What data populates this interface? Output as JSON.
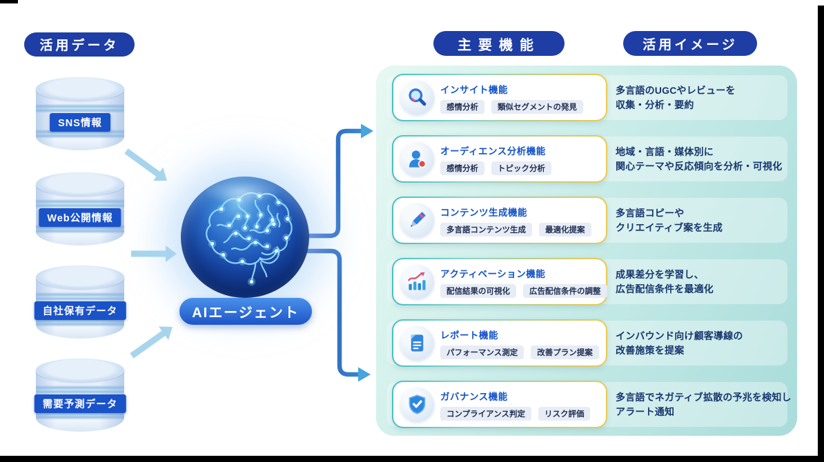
{
  "left_section": {
    "badge": "活用データ",
    "database_icon": "database-cylinder-icon",
    "databases": [
      "SNS情報",
      "Web公開情報",
      "自社保有データ",
      "需要予測データ"
    ]
  },
  "center": {
    "badge": "AIエージェント",
    "icon": "brain-circuit-icon"
  },
  "right_section": {
    "functions_badge": "主要機能",
    "usage_badge": "活用イメージ",
    "cards": [
      {
        "icon": "magnifier-icon",
        "title": "インサイト機能",
        "tags": [
          "感情分析",
          "類似セグメントの発見"
        ],
        "desc": [
          "多言語のUGCやレビューを",
          "収集・分析・要約"
        ]
      },
      {
        "icon": "audience-person-icon",
        "title": "オーディエンス分析機能",
        "tags": [
          "感情分析",
          "トピック分析"
        ],
        "desc": [
          "地域・言語・媒体別に",
          "関心テーマや反応傾向を分析・可視化"
        ]
      },
      {
        "icon": "pencil-icon",
        "title": "コンテンツ生成機能",
        "tags": [
          "多言語コンテンツ生成",
          "最適化提案"
        ],
        "desc": [
          "多言語コピーや",
          "クリエイティブ案を生成"
        ]
      },
      {
        "icon": "bar-chart-icon",
        "title": "アクティベーション機能",
        "tags": [
          "配信結果の可視化",
          "広告配信条件の調整"
        ],
        "desc": [
          "成果差分を学習し、",
          "広告配信条件を最適化"
        ]
      },
      {
        "icon": "report-document-icon",
        "title": "レポート機能",
        "tags": [
          "パフォーマンス測定",
          "改善プラン提案"
        ],
        "desc": [
          "インバウンド向け顧客導線の",
          "改善施策を提案"
        ]
      },
      {
        "icon": "shield-check-icon",
        "title": "ガバナンス機能",
        "tags": [
          "コンプライアンス判定",
          "リスク評価"
        ],
        "desc": [
          "多言語でネガティブ拡散の予兆を検知し",
          "アラート通知"
        ]
      }
    ]
  },
  "colors": {
    "badge_navy": "#1e3da5",
    "label_blue": "#1a52c8",
    "title_blue": "#1353c9",
    "panel_teal_light": "#e7f8f2",
    "panel_teal_dark": "#a8dcda",
    "card_border_teal": "#45c0c3",
    "card_border_yellow": "#ecc94f",
    "tag_bg": "#e7ecf5",
    "desc_text": "#18366e",
    "arrow_light_blue": "#a7d5ec",
    "connector_blue": "#2f62c4"
  }
}
